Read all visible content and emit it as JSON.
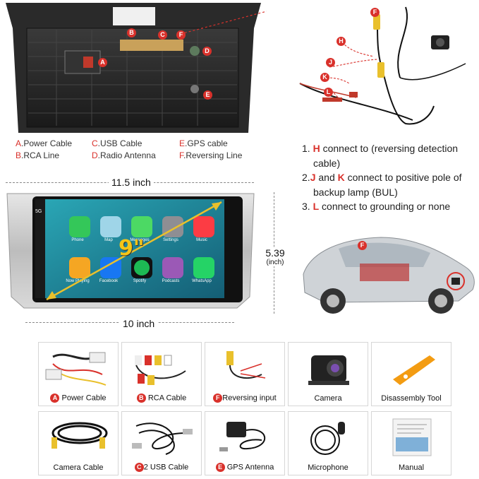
{
  "harness_legend": {
    "items": [
      {
        "letter": "A",
        "text": ".Power Cable"
      },
      {
        "letter": "B",
        "text": ".RCA Line"
      },
      {
        "letter": "C",
        "text": ".USB Cable"
      },
      {
        "letter": "D",
        "text": ".Radio Antenna"
      },
      {
        "letter": "E",
        "text": ".GPS cable"
      },
      {
        "letter": "F",
        "text": ".Reversing Line"
      }
    ]
  },
  "wire_letters": [
    "F",
    "H",
    "J",
    "K",
    "L"
  ],
  "instructions": {
    "line1_num": "1.",
    "line1_key": "H",
    "line1_rest": " connect to (reversing detection",
    "line1_cont": "cable)",
    "line2_num": "2.",
    "line2_key1": "J",
    "line2_mid": " and ",
    "line2_key2": "K",
    "line2_rest": " connect to positive pole of",
    "line2_cont": "backup lamp (BUL)",
    "line3_num": "3.",
    "line3_key": "L",
    "line3_rest": " connect to grounding or none"
  },
  "dimensions": {
    "width_top": "11.5 inch",
    "width_bottom": "10 inch",
    "height": "5.39",
    "height_unit": "(inch)",
    "diagonal": "9\""
  },
  "screen": {
    "status": "5G",
    "apps_row1": [
      "Phone",
      "Map",
      "Messages",
      "Settings",
      "Music"
    ],
    "apps_row2": [
      "Now Playing",
      "Facebook",
      "Spotify",
      "Podcasts",
      "WhatsApp"
    ]
  },
  "car_badge": "F",
  "accessories": [
    {
      "letter": "A",
      "label": "Power Cable"
    },
    {
      "letter": "B",
      "label": "RCA Cable"
    },
    {
      "letter": "F",
      "label": "Reversing input"
    },
    {
      "letter": "",
      "label": "Camera"
    },
    {
      "letter": "",
      "label": "Disassembly Tool"
    },
    {
      "letter": "",
      "label": "Camera Cable"
    },
    {
      "letter": "C",
      "label": "2 USB Cable"
    },
    {
      "letter": "E",
      "label": "GPS Antenna"
    },
    {
      "letter": "",
      "label": "Microphone"
    },
    {
      "letter": "",
      "label": "Manual"
    }
  ],
  "colors": {
    "accent_red": "#d9312b",
    "panel_silver": "#c9c9c9",
    "screen_bg": "#1f6f8b"
  }
}
